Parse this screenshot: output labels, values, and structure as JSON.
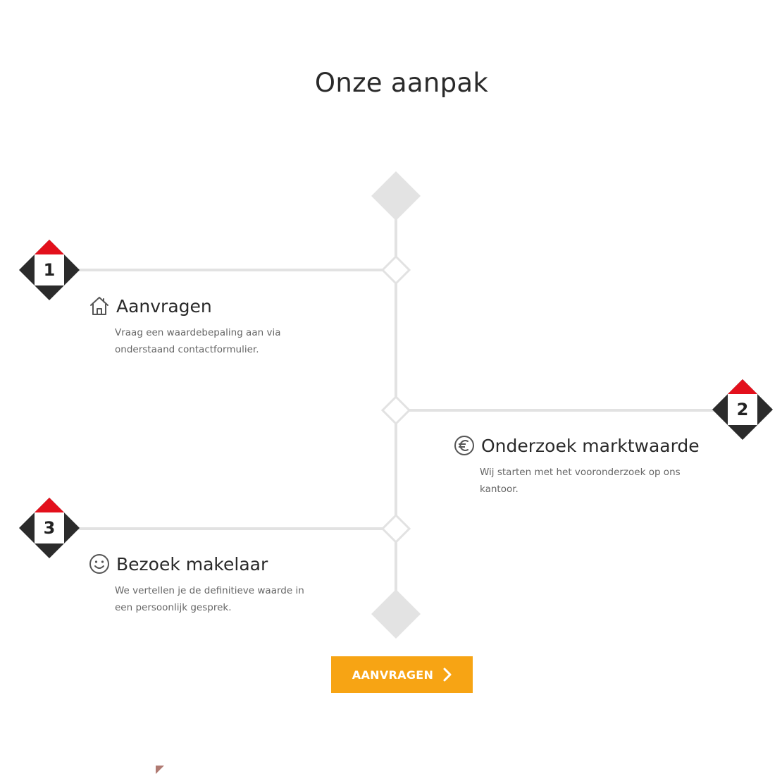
{
  "page": {
    "title": "Onze aanpak"
  },
  "steps": [
    {
      "number": "1",
      "icon": "house-icon",
      "title": "Aanvragen",
      "description_line1": "Vraag een waardebepaling aan via",
      "description_line2": "onderstaand contactformulier."
    },
    {
      "number": "2",
      "icon": "euro-icon",
      "title": "Onderzoek marktwaarde",
      "description_line1": "Wij starten met het vooronderzoek op ons",
      "description_line2": "kantoor."
    },
    {
      "number": "3",
      "icon": "smiley-icon",
      "title": "Bezoek makelaar",
      "description_line1": "We vertellen je de definitieve waarde in",
      "description_line2": "een persoonlijk gesprek."
    }
  ],
  "cta": {
    "label": "AANVRAGEN",
    "icon": "chevron-right-icon"
  },
  "colors": {
    "accent": "#f7a414",
    "badge_red": "#e3101c",
    "badge_dark": "#2b2b2b",
    "line": "#e2e2e2",
    "node_fill": "#e3e3e3"
  }
}
